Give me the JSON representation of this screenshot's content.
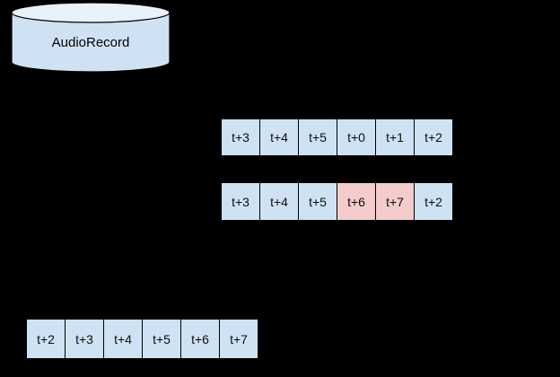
{
  "canvas": {
    "background": "#000000"
  },
  "cylinder": {
    "label": "AudioRecord",
    "body_fill": "#cfe2f3",
    "top_fill": "#e9f1fb",
    "stroke": "#000000"
  },
  "colors": {
    "cell_blue": "#cfe2f3",
    "cell_highlight_pink": "#f4cccc",
    "cell_border": "#000000",
    "cell_text": "#0d0d0d"
  },
  "rows": [
    {
      "name": "buffer-row-top",
      "cells": [
        {
          "label": "t+3",
          "highlight": false
        },
        {
          "label": "t+4",
          "highlight": false
        },
        {
          "label": "t+5",
          "highlight": false
        },
        {
          "label": "t+0",
          "highlight": false
        },
        {
          "label": "t+1",
          "highlight": false
        },
        {
          "label": "t+2",
          "highlight": false
        }
      ]
    },
    {
      "name": "buffer-row-middle",
      "cells": [
        {
          "label": "t+3",
          "highlight": false
        },
        {
          "label": "t+4",
          "highlight": false
        },
        {
          "label": "t+5",
          "highlight": false
        },
        {
          "label": "t+6",
          "highlight": true
        },
        {
          "label": "t+7",
          "highlight": true
        },
        {
          "label": "t+2",
          "highlight": false
        }
      ]
    },
    {
      "name": "buffer-row-bottom",
      "cells": [
        {
          "label": "t+2",
          "highlight": false
        },
        {
          "label": "t+3",
          "highlight": false
        },
        {
          "label": "t+4",
          "highlight": false
        },
        {
          "label": "t+5",
          "highlight": false
        },
        {
          "label": "t+6",
          "highlight": false
        },
        {
          "label": "t+7",
          "highlight": false
        }
      ]
    }
  ]
}
